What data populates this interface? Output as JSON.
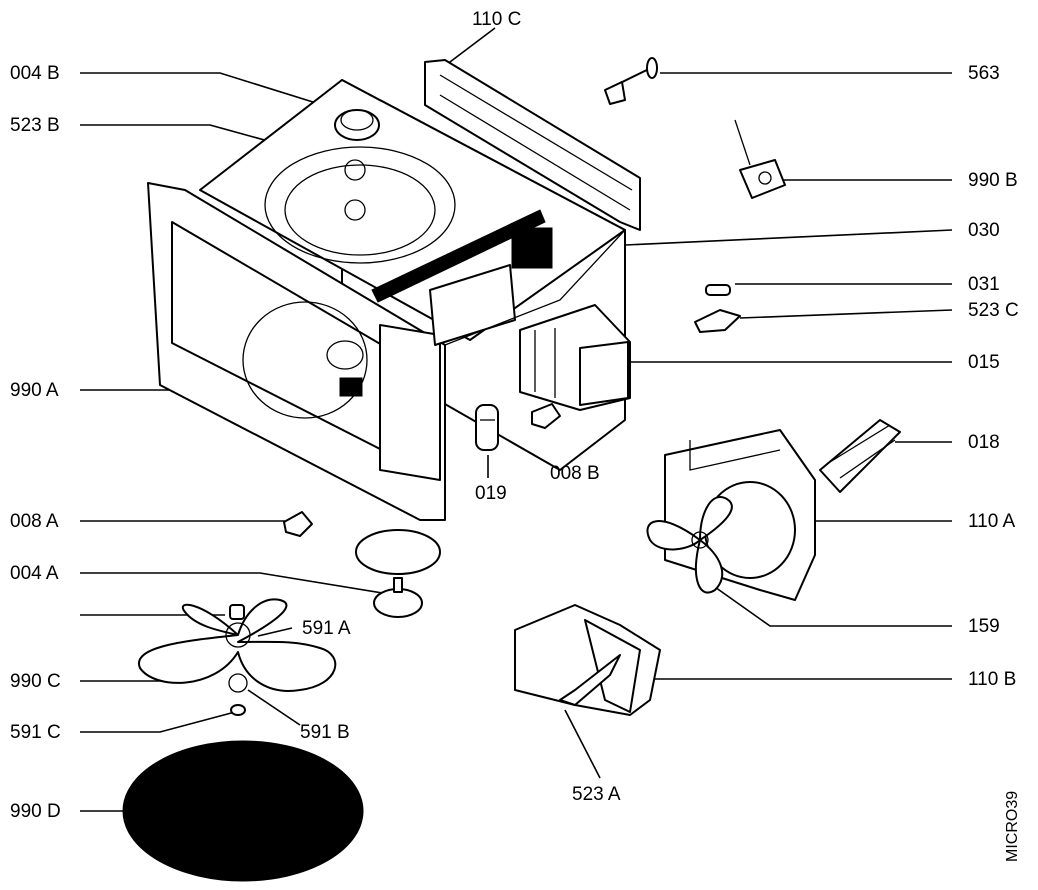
{
  "diagram_code": "MICRO39",
  "labels": {
    "l_110c": "110 C",
    "l_563": "563",
    "l_004b": "004 B",
    "l_523b": "523 B",
    "l_990b": "990 B",
    "l_030": "030",
    "l_031": "031",
    "l_523c": "523 C",
    "l_015": "015",
    "l_990a": "990 A",
    "l_018": "018",
    "l_019": "019",
    "l_008b": "008 B",
    "l_110a": "110 A",
    "l_008a": "008 A",
    "l_004a": "004 A",
    "l_591a": "591 A",
    "l_159": "159",
    "l_990c": "990 C",
    "l_110b": "110 B",
    "l_591c": "591 C",
    "l_591b": "591 B",
    "l_523a": "523 A",
    "l_990d": "990 D"
  }
}
